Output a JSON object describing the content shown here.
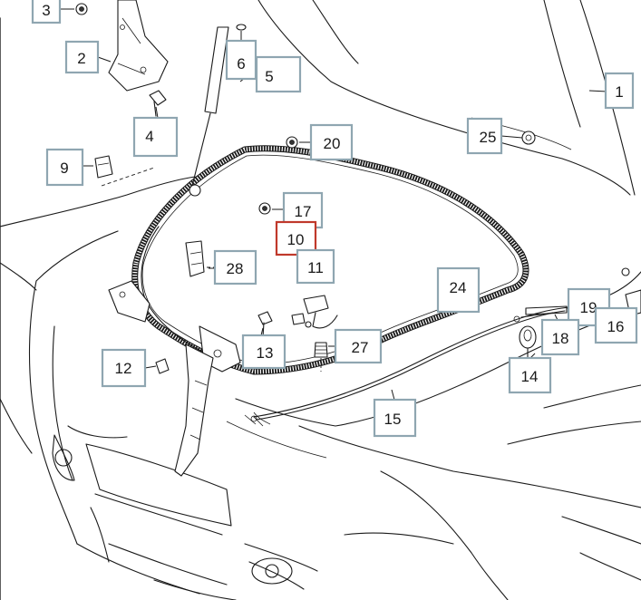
{
  "diagram": {
    "callouts": [
      {
        "id": "c3",
        "label": "3"
      },
      {
        "id": "c2",
        "label": "2"
      },
      {
        "id": "c6",
        "label": "6"
      },
      {
        "id": "c5",
        "label": "5"
      },
      {
        "id": "c1",
        "label": "1"
      },
      {
        "id": "c4",
        "label": "4"
      },
      {
        "id": "c25",
        "label": "25"
      },
      {
        "id": "c20",
        "label": "20"
      },
      {
        "id": "c9",
        "label": "9"
      },
      {
        "id": "c17",
        "label": "17"
      },
      {
        "id": "c10",
        "label": "10",
        "highlighted": true
      },
      {
        "id": "c11",
        "label": "11"
      },
      {
        "id": "c28",
        "label": "28"
      },
      {
        "id": "c24",
        "label": "24"
      },
      {
        "id": "c19",
        "label": "19"
      },
      {
        "id": "c16",
        "label": "16"
      },
      {
        "id": "c18",
        "label": "18"
      },
      {
        "id": "c27",
        "label": "27"
      },
      {
        "id": "c13",
        "label": "13"
      },
      {
        "id": "c12",
        "label": "12"
      },
      {
        "id": "c14",
        "label": "14"
      },
      {
        "id": "c15",
        "label": "15"
      }
    ],
    "colors": {
      "callout_border": "#8fa6b1",
      "highlight_border": "#c0392b",
      "line": "#1a1a1a"
    }
  }
}
